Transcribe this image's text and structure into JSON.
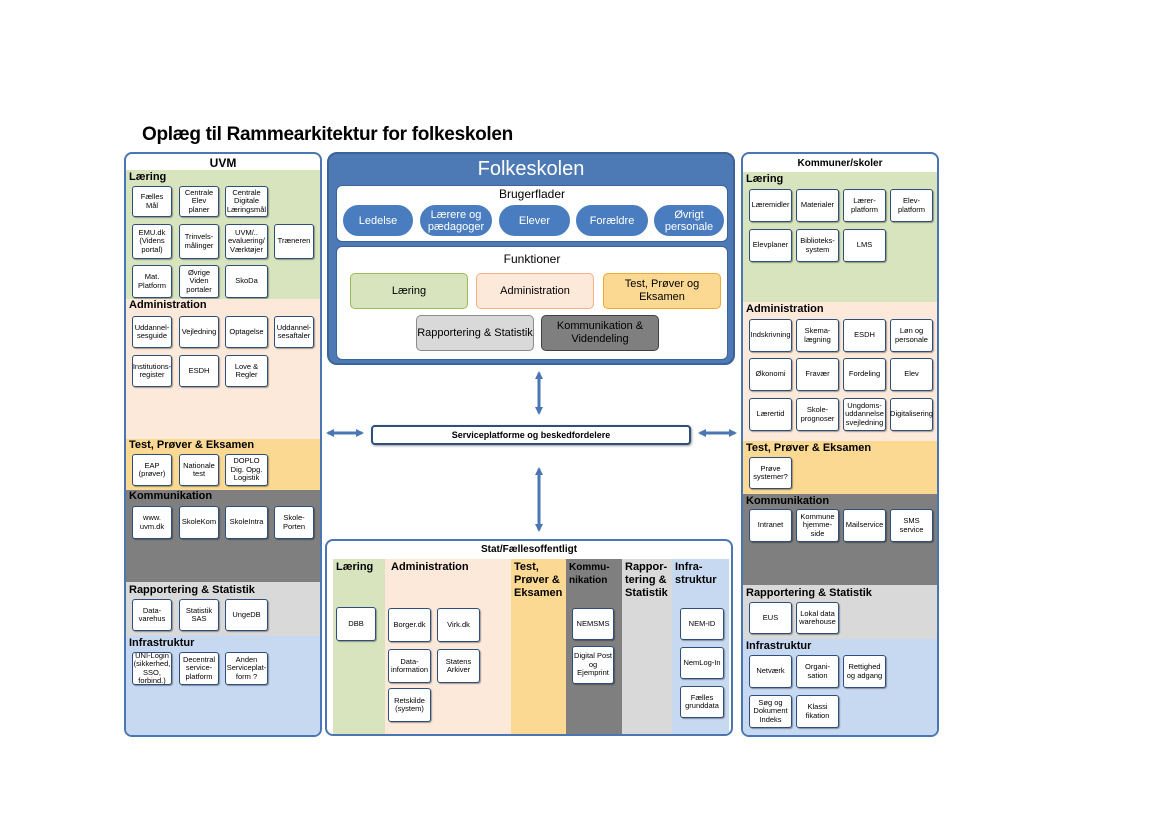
{
  "title": "Oplæg til Rammearkitektur for folkeskolen",
  "uvm": {
    "title": "UVM",
    "laering": {
      "label": "Læring",
      "items": [
        "Fælles Mål",
        "Centrale Elev planer",
        "Centrale Digitale Læringsmål",
        "EMU.dk (Videns portal)",
        "Trinvels-målinger",
        "UVM/.. evaluering/ Værktøjer",
        "Træneren",
        "Mat. Platform",
        "Øvrige Viden portaler",
        "SkoDa"
      ]
    },
    "administration": {
      "label": "Administration",
      "items": [
        "Uddannel-sesguide",
        "Vejledning",
        "Optagelse",
        "Uddannel-sesaftaler",
        "Institutions-register",
        "ESDH",
        "Love & Regler"
      ]
    },
    "test": {
      "label": "Test, Prøver & Eksamen",
      "items": [
        "EAP (prøver)",
        "Nationale test",
        "DOPLO Dig. Opg. Logistik"
      ]
    },
    "kommunikation": {
      "label": "Kommunikation",
      "items": [
        "www. uvm.dk",
        "SkoleKom",
        "SkoleIntra",
        "Skole-Porten"
      ]
    },
    "rapportering": {
      "label": "Rapportering & Statistik",
      "items": [
        "Data-varehus",
        "Statistik SAS",
        "UngeDB"
      ]
    },
    "infrastruktur": {
      "label": "Infrastruktur",
      "items": [
        "UNI-Login (sikkerhed, SSO, forbind.)",
        "Decentral service-platform",
        "Anden Serviceplat-form ?"
      ]
    }
  },
  "folkeskolen": {
    "title": "Folkeskolen",
    "brugerflader": {
      "label": "Brugerflader",
      "items": [
        "Ledelse",
        "Lærere og pædagoger",
        "Elever",
        "Forældre",
        "Øvrigt personale"
      ]
    },
    "funktioner": {
      "label": "Funktioner",
      "items": [
        "Læring",
        "Administration",
        "Test, Prøver og Eksamen",
        "Rapportering & Statistik",
        "Kommunikation & Videndeling"
      ]
    }
  },
  "serviceplatform": "Serviceplatforme og beskedfordelere",
  "stat": {
    "title": "Stat/Fællesoffentligt",
    "laering": {
      "label": "Læring",
      "items": [
        "DBB"
      ]
    },
    "administration": {
      "label": "Administration",
      "items": [
        "Borger.dk",
        "Virk.dk",
        "Data-information",
        "Statens Arkiver",
        "Retskilde (system)"
      ]
    },
    "test": {
      "label": "Test, Prøver & Eksamen"
    },
    "kommunikation": {
      "label": "Kommu-nikation",
      "items": [
        "NEMSMS",
        "Digital Post og Ejemprint"
      ]
    },
    "rapportering": {
      "label": "Rappor-tering & Statistik"
    },
    "infrastruktur": {
      "label": "Infra-struktur",
      "items": [
        "NEM-ID",
        "NemLog-In",
        "Fælles grunddata"
      ]
    }
  },
  "kommuner": {
    "title": "Kommuner/skoler",
    "laering": {
      "label": "Læring",
      "items": [
        "Læremidler",
        "Materialer",
        "Lærer-platform",
        "Elev-platform",
        "Elevplaner",
        "Biblioteks-system",
        "LMS"
      ]
    },
    "administration": {
      "label": "Administration",
      "items": [
        "Indskrivning",
        "Skema-lægning",
        "ESDH",
        "Løn og personale",
        "Økonomi",
        "Fravær",
        "Fordeling",
        "Elev",
        "Lærertid",
        "Skole-prognoser",
        "Ungdoms-uddannelse svejledning",
        "Digitalisering"
      ]
    },
    "test": {
      "label": "Test, Prøver & Eksamen",
      "items": [
        "Prøve systemer?"
      ]
    },
    "kommunikation": {
      "label": "Kommunikation",
      "items": [
        "Intranet",
        "Kommune hjemme-side",
        "Mailservice",
        "SMS service"
      ]
    },
    "rapportering": {
      "label": "Rapportering & Statistik",
      "items": [
        "EUS",
        "Lokal data warehouse"
      ]
    },
    "infrastruktur": {
      "label": "Infrastruktur",
      "items": [
        "Netværk",
        "Organi-sation",
        "Rettighed og adgang",
        "Søg og Dokument Indeks",
        "Klassi fikation"
      ]
    }
  },
  "colors": {
    "laering": "#d7e4bd",
    "administration": "#fde9d9",
    "test": "#fcd993",
    "kommunikation": "#7f7f7f",
    "rapportering": "#d9d9d9",
    "infrastruktur": "#c6d9f1",
    "center": "#4d7ab5",
    "border": "#4a76b4"
  }
}
